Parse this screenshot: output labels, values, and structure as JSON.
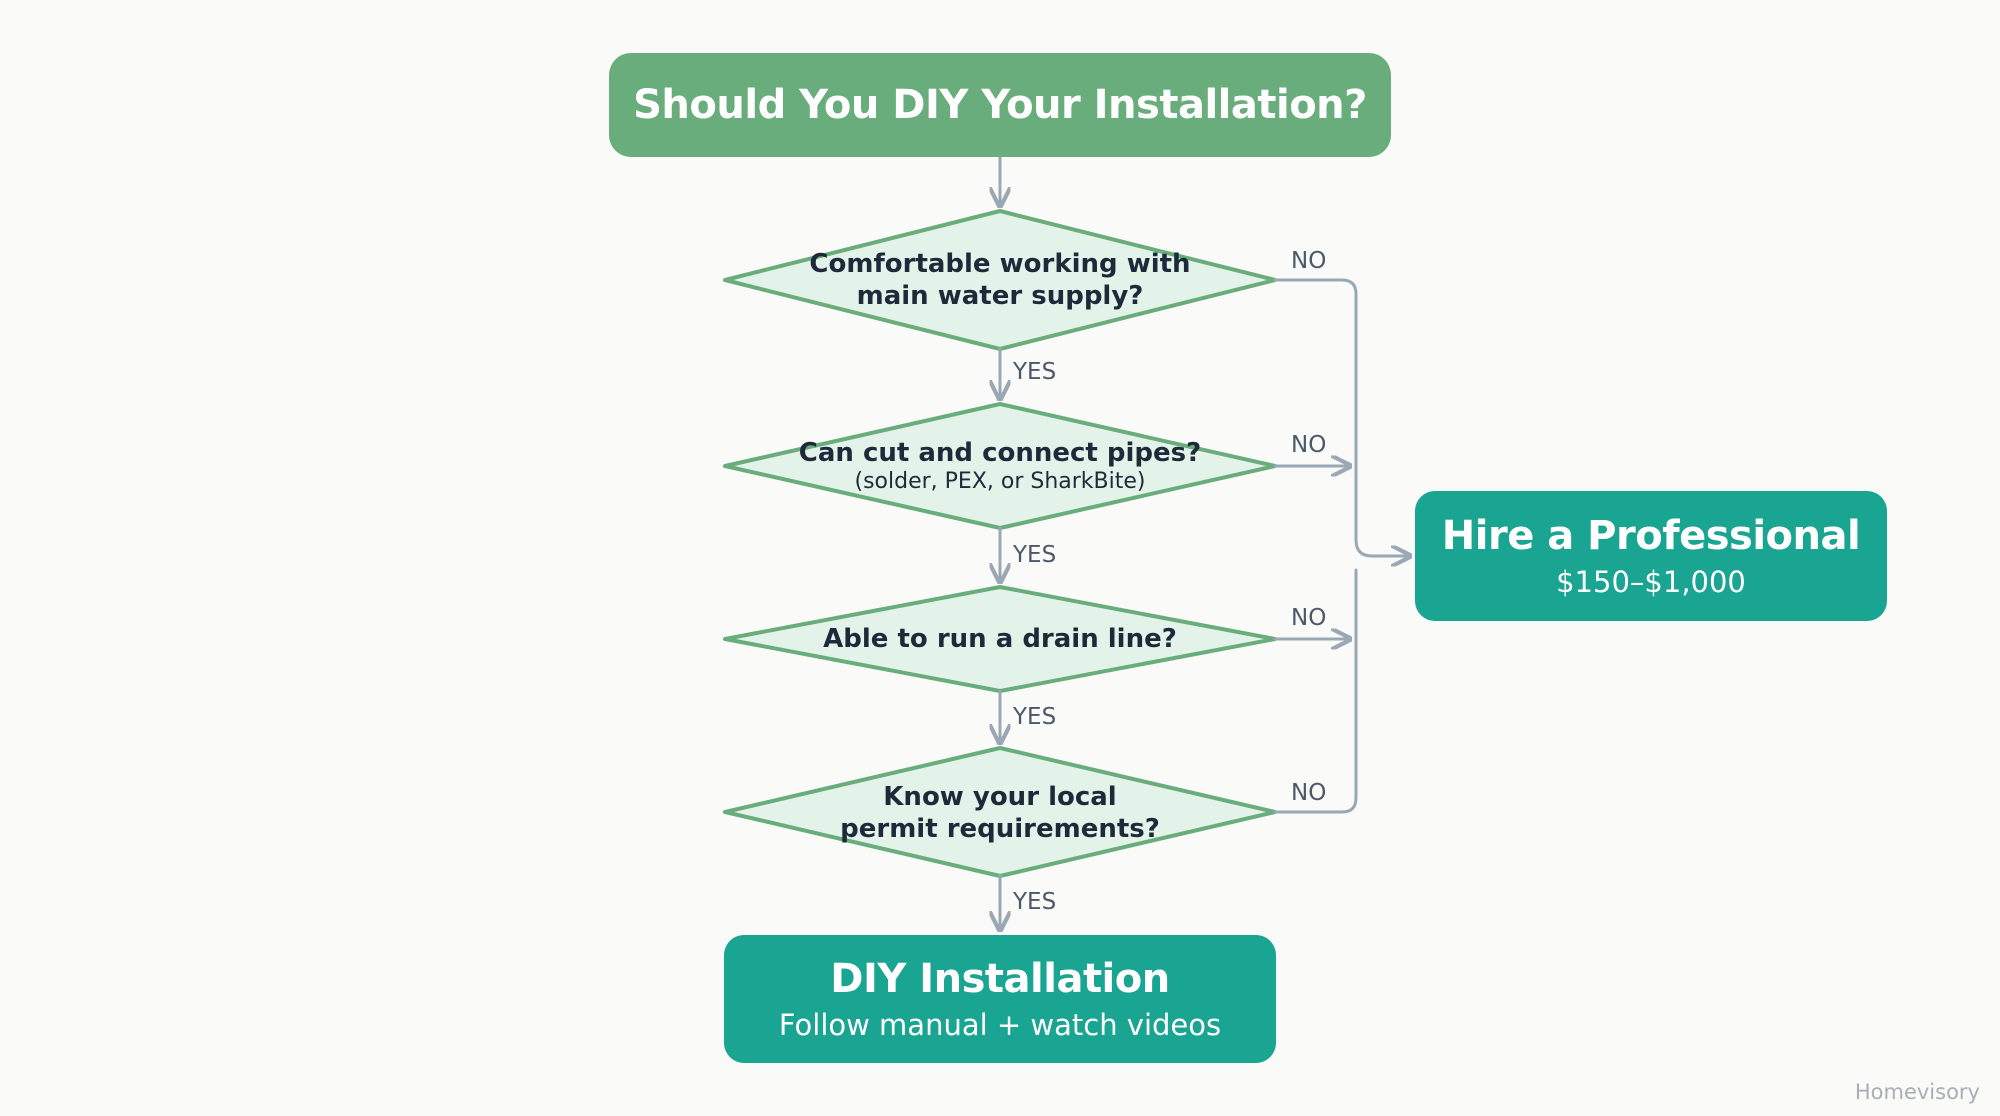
{
  "title": "Should You DIY Your Installation?",
  "questions": [
    {
      "line1": "Comfortable working with",
      "line2": "main water supply?",
      "sub": ""
    },
    {
      "line1": "Can cut and connect pipes?",
      "line2": "",
      "sub": "(solder, PEX, or SharkBite)"
    },
    {
      "line1": "Able to run a drain line?",
      "line2": "",
      "sub": ""
    },
    {
      "line1": "Know your local",
      "line2": "permit requirements?",
      "sub": ""
    }
  ],
  "labels": {
    "yes": "YES",
    "no": "NO"
  },
  "professional": {
    "title": "Hire a Professional",
    "cost": "$150–$1,000"
  },
  "diy": {
    "title": "DIY Installation",
    "note": "Follow manual + watch videos"
  },
  "brand": "Homevisory",
  "colors": {
    "title_fill": "#6aad7d",
    "decision_fill": "#e4f3ea",
    "decision_stroke": "#6aad7d",
    "outcome_fill": "#1aa592",
    "connector": "#9aa8b6"
  }
}
